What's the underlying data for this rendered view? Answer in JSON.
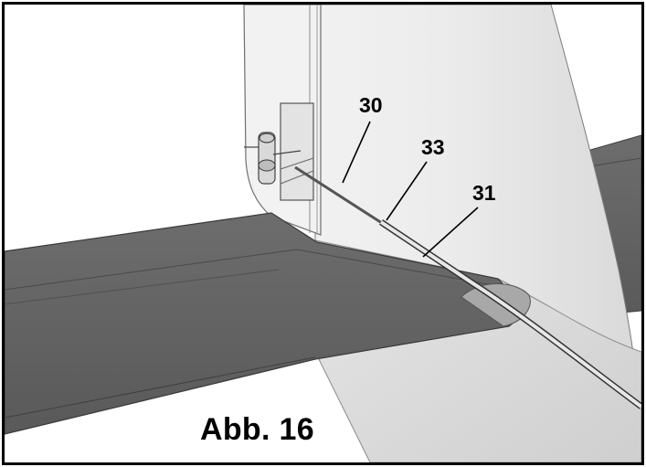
{
  "figure": {
    "caption": "Abb. 16",
    "callouts": [
      {
        "id": "30",
        "label": "30"
      },
      {
        "id": "33",
        "label": "33"
      },
      {
        "id": "31",
        "label": "31"
      }
    ]
  }
}
